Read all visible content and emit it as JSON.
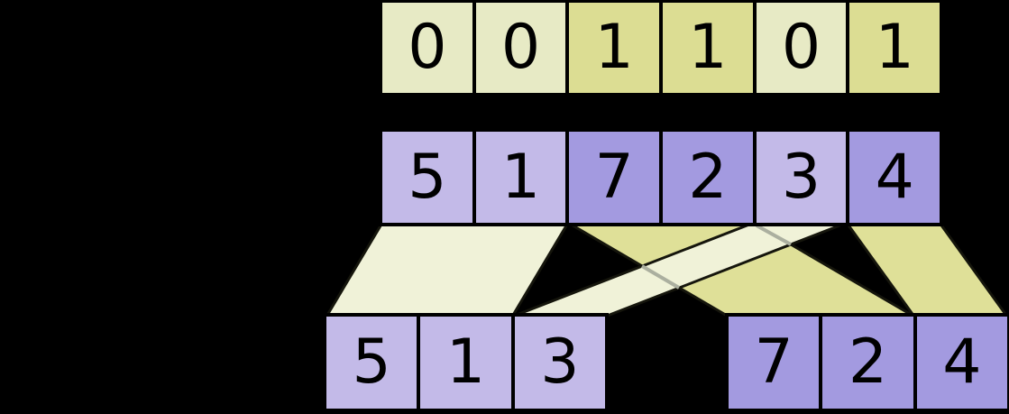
{
  "rows": {
    "mask": {
      "cells": [
        "0",
        "0",
        "1",
        "1",
        "0",
        "1"
      ]
    },
    "input": {
      "cells": [
        "5",
        "1",
        "7",
        "2",
        "3",
        "4"
      ]
    },
    "output_left": {
      "cells": [
        "5",
        "1",
        "3"
      ]
    },
    "output_right": {
      "cells": [
        "7",
        "2",
        "4"
      ]
    }
  },
  "colors": {
    "background": "#000000",
    "mask_zero_fill": "#e7eac5",
    "mask_one_fill": "#dcdd93",
    "value_light_fill": "#c3bae8",
    "value_dark_fill": "#a39ae0",
    "band_cream": "#f0f2d8",
    "band_olive": "#dfe098",
    "band_stroke": "#15150c",
    "overlap_line": "#abaf9f",
    "cell_border": "#000000",
    "digit_color": "#000000"
  }
}
